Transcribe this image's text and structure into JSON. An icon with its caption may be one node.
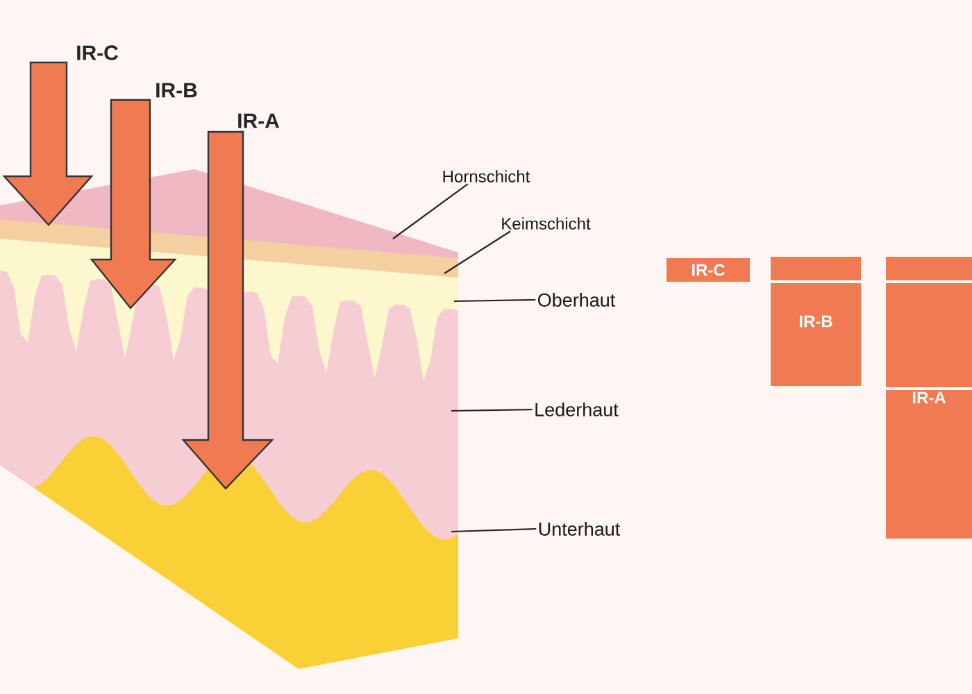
{
  "diagram": {
    "nodes": [
      {
        "text": [
          "Hornschicht"
        ]
      },
      {
        "text": [
          "Keimschicht"
        ]
      },
      {
        "text": [
          "Oberhaut"
        ]
      },
      {
        "text": [
          "Lederhaut"
        ]
      },
      {
        "text": [
          "Unterhaut"
        ]
      },
      {
        "text": [
          "IR-C"
        ]
      },
      {
        "text": [
          "IR-B"
        ]
      },
      {
        "text": [
          "IR-A"
        ]
      }
    ],
    "edges": [
      {
        "from": 0,
        "to": null,
        "arrow": "none"
      },
      {
        "from": 1,
        "to": null,
        "arrow": "none"
      },
      {
        "from": 2,
        "to": null,
        "arrow": "none"
      },
      {
        "from": 3,
        "to": null,
        "arrow": "none"
      },
      {
        "from": 4,
        "to": null,
        "arrow": "none"
      }
    ],
    "labels": [
      "IR-C",
      "IR-B",
      "IR-A"
    ]
  }
}
